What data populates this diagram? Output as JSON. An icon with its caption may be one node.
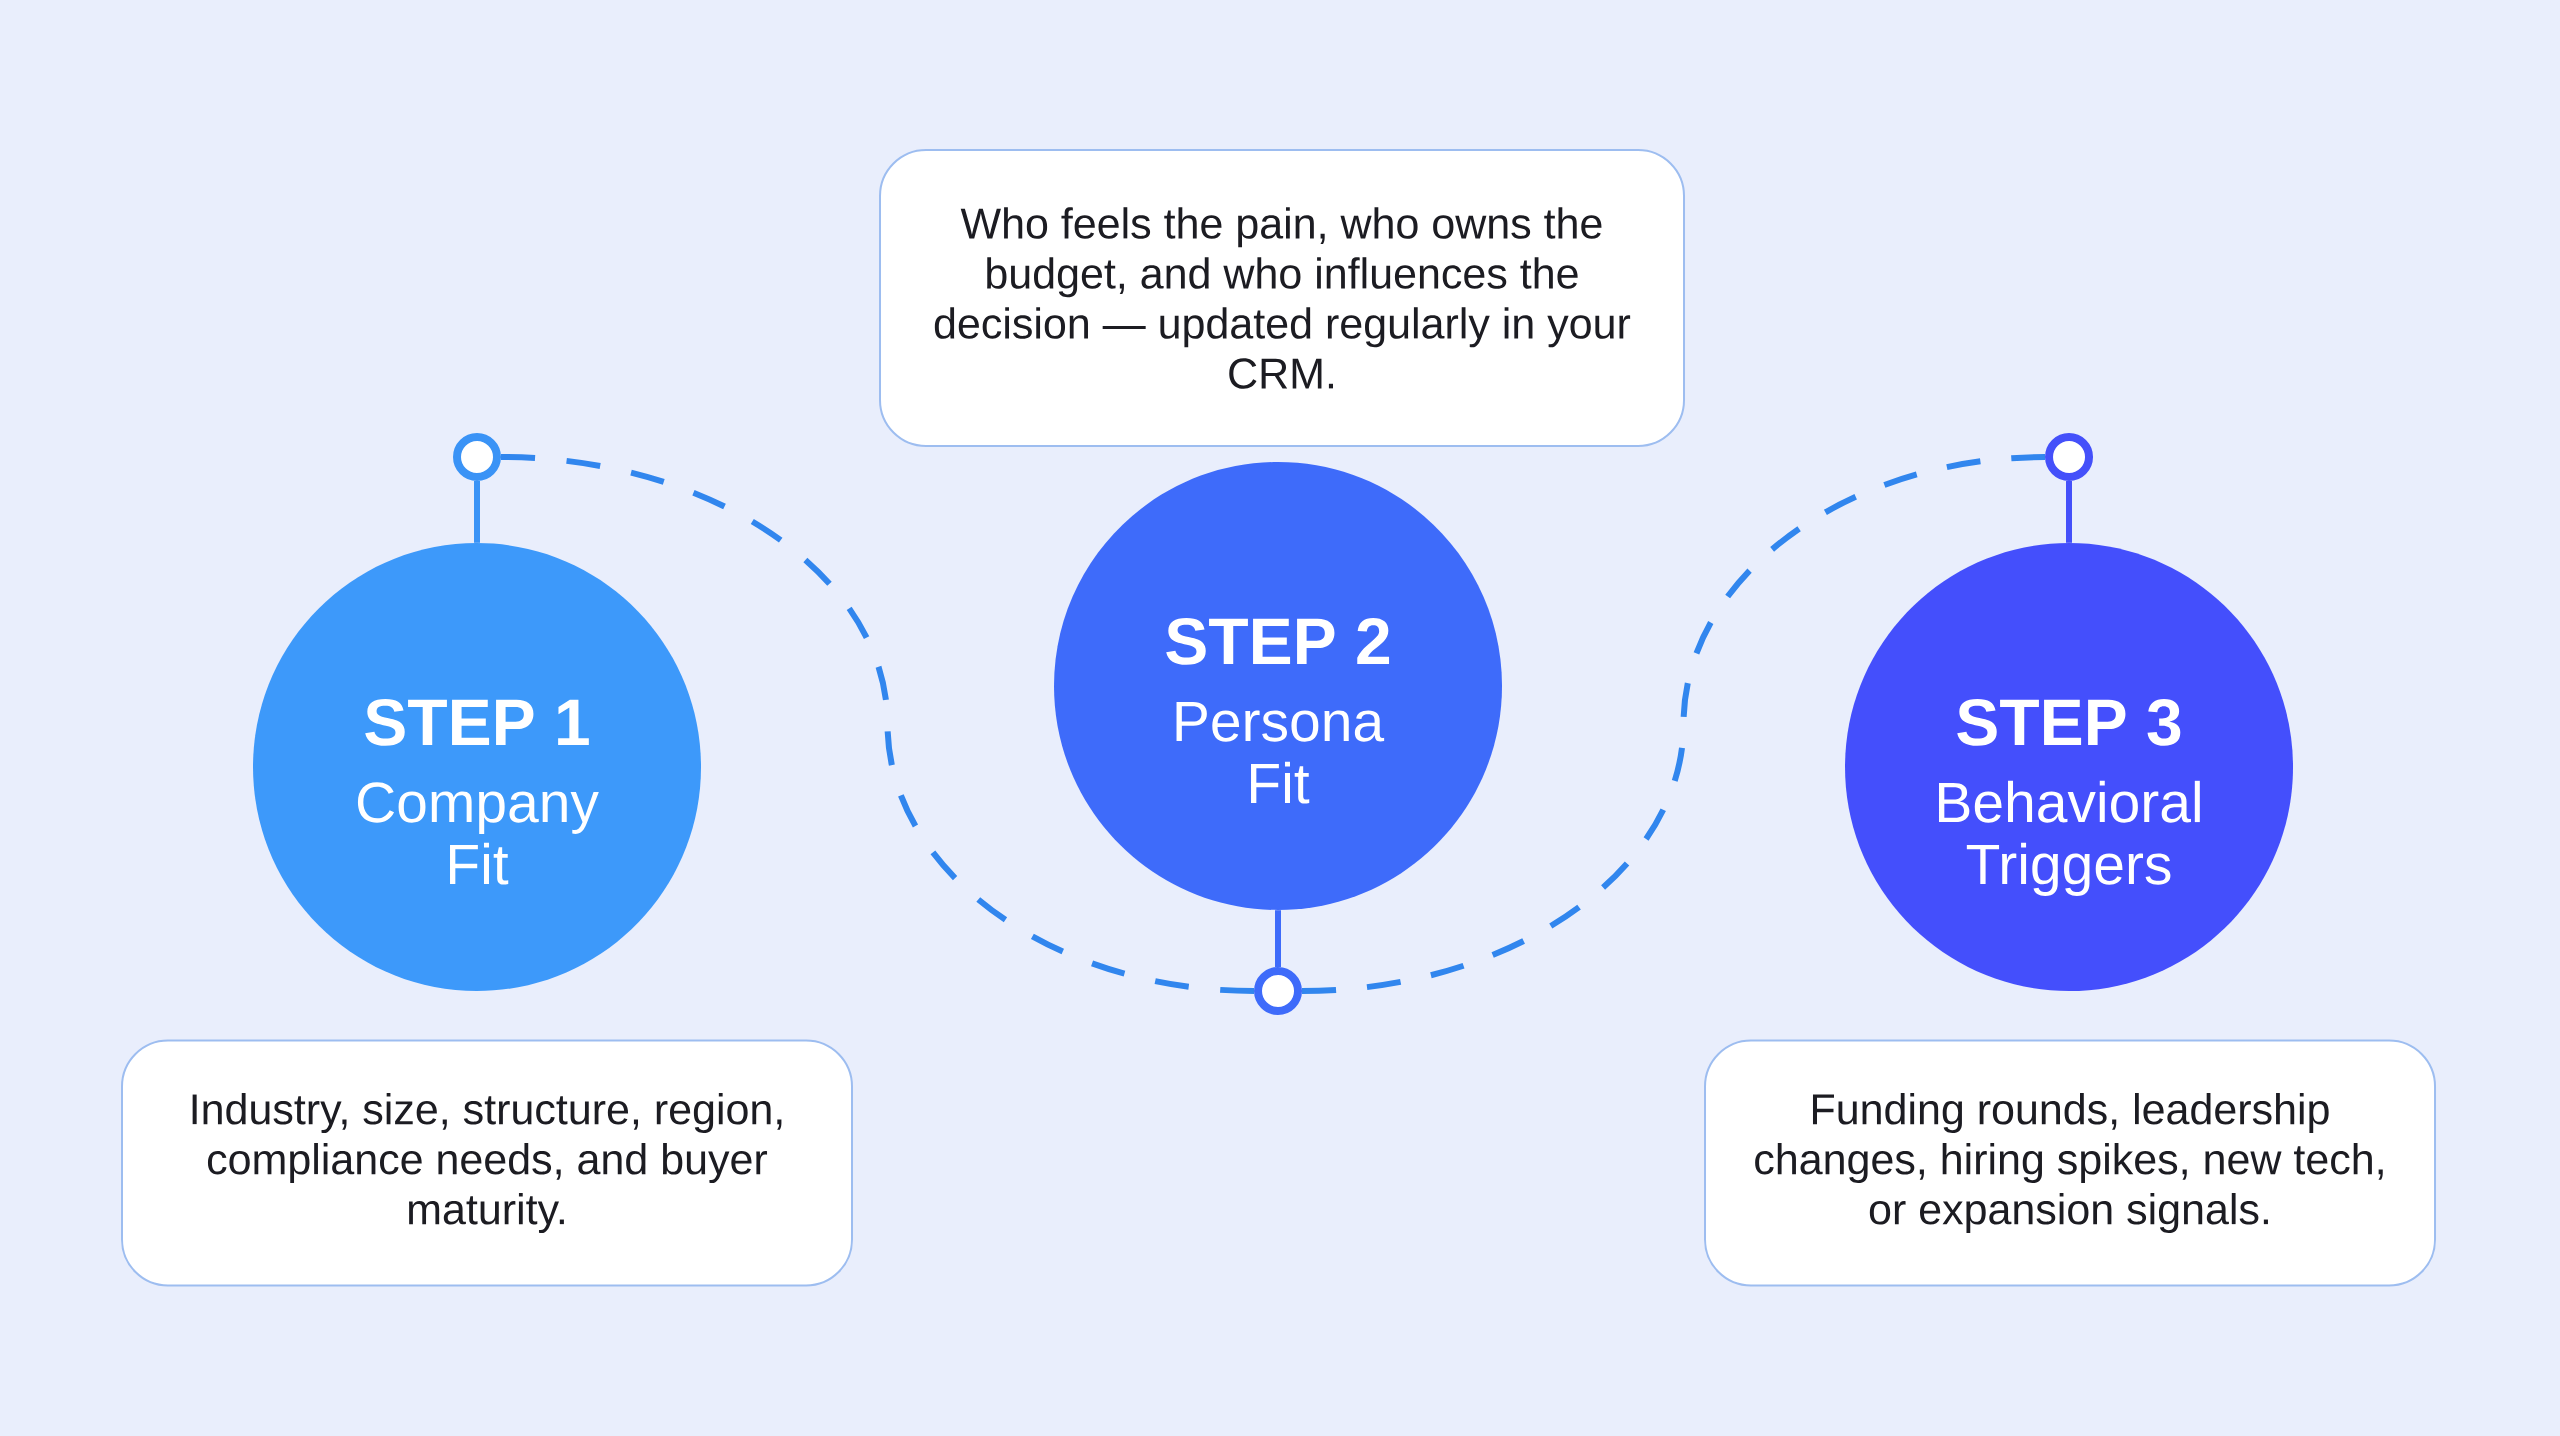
{
  "diagram": {
    "nodes": [
      {
        "text": [
          "STEP 1",
          "Company Fit"
        ]
      },
      {
        "text": [
          "Industry, size, structure, region, compliance needs, and buyer maturity."
        ]
      },
      {
        "text": [
          "STEP 2",
          "Persona Fit"
        ]
      },
      {
        "text": [
          "Who feels the pain, who owns the budget, and who influences the decision — updated regularly in your CRM."
        ]
      },
      {
        "text": [
          "STEP 3",
          "Behavioral Triggers"
        ]
      },
      {
        "text": [
          "Funding rounds, leadership changes, hiring spikes, new tech, or expansion signals."
        ]
      },
      {
        "text": [],
        "shape": "circle"
      },
      {
        "text": [],
        "shape": "circle"
      },
      {
        "text": [],
        "shape": "circle"
      }
    ],
    "edges": [
      {
        "from": 6,
        "to": 0,
        "arrow": "none",
        "color": "#3a93f6"
      },
      {
        "from": 6,
        "to": 7,
        "arrow": "none",
        "style": "dashed",
        "color": "#3186ee"
      },
      {
        "from": 7,
        "to": 2,
        "arrow": "none",
        "color": "#3e6bfa"
      },
      {
        "from": 7,
        "to": 8,
        "arrow": "none",
        "style": "dashed",
        "color": "#3186ee"
      },
      {
        "from": 8,
        "to": 4,
        "arrow": "none",
        "color": "#4450fa"
      }
    ]
  }
}
